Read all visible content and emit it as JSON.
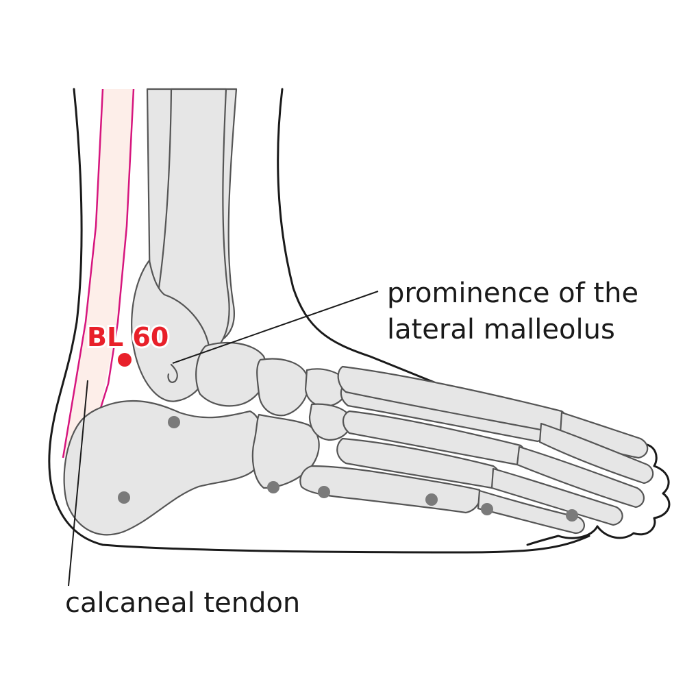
{
  "labels": {
    "point": "BL 60",
    "prominence_line1": "prominence of the",
    "prominence_line2": "lateral malleolus",
    "tendon": "calcaneal tendon"
  },
  "colors": {
    "point": "#e8202a",
    "meridian": "#d6157e",
    "bone_fill": "#e6e6e6",
    "marker": "#7a7a7a"
  }
}
